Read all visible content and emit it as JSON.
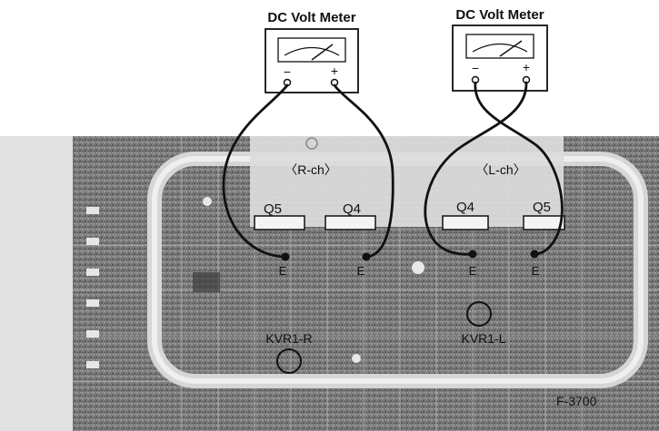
{
  "meters": {
    "right": {
      "title": "DC Volt Meter",
      "minus": "−",
      "plus": "+"
    },
    "left": {
      "title": "DC Volt Meter",
      "minus": "−",
      "plus": "+"
    }
  },
  "board": {
    "right_channel_label": "〈R-ch〉",
    "left_channel_label": "〈L-ch〉",
    "transistors": {
      "r_q5": "Q5",
      "r_q4": "Q4",
      "l_q4": "Q4",
      "l_q5": "Q5"
    },
    "emitter_labels": {
      "r_q5": "E",
      "r_q4": "E",
      "l_q4": "E",
      "l_q5": "E"
    },
    "vr_right": "KVR1-R",
    "vr_left": "KVR1-L",
    "figure_code": "F-3700"
  },
  "colors": {
    "board": "#7d7d7d",
    "board_dark": "#5e5e5e",
    "trace": "#d4d4d4",
    "wire": "#111111"
  }
}
